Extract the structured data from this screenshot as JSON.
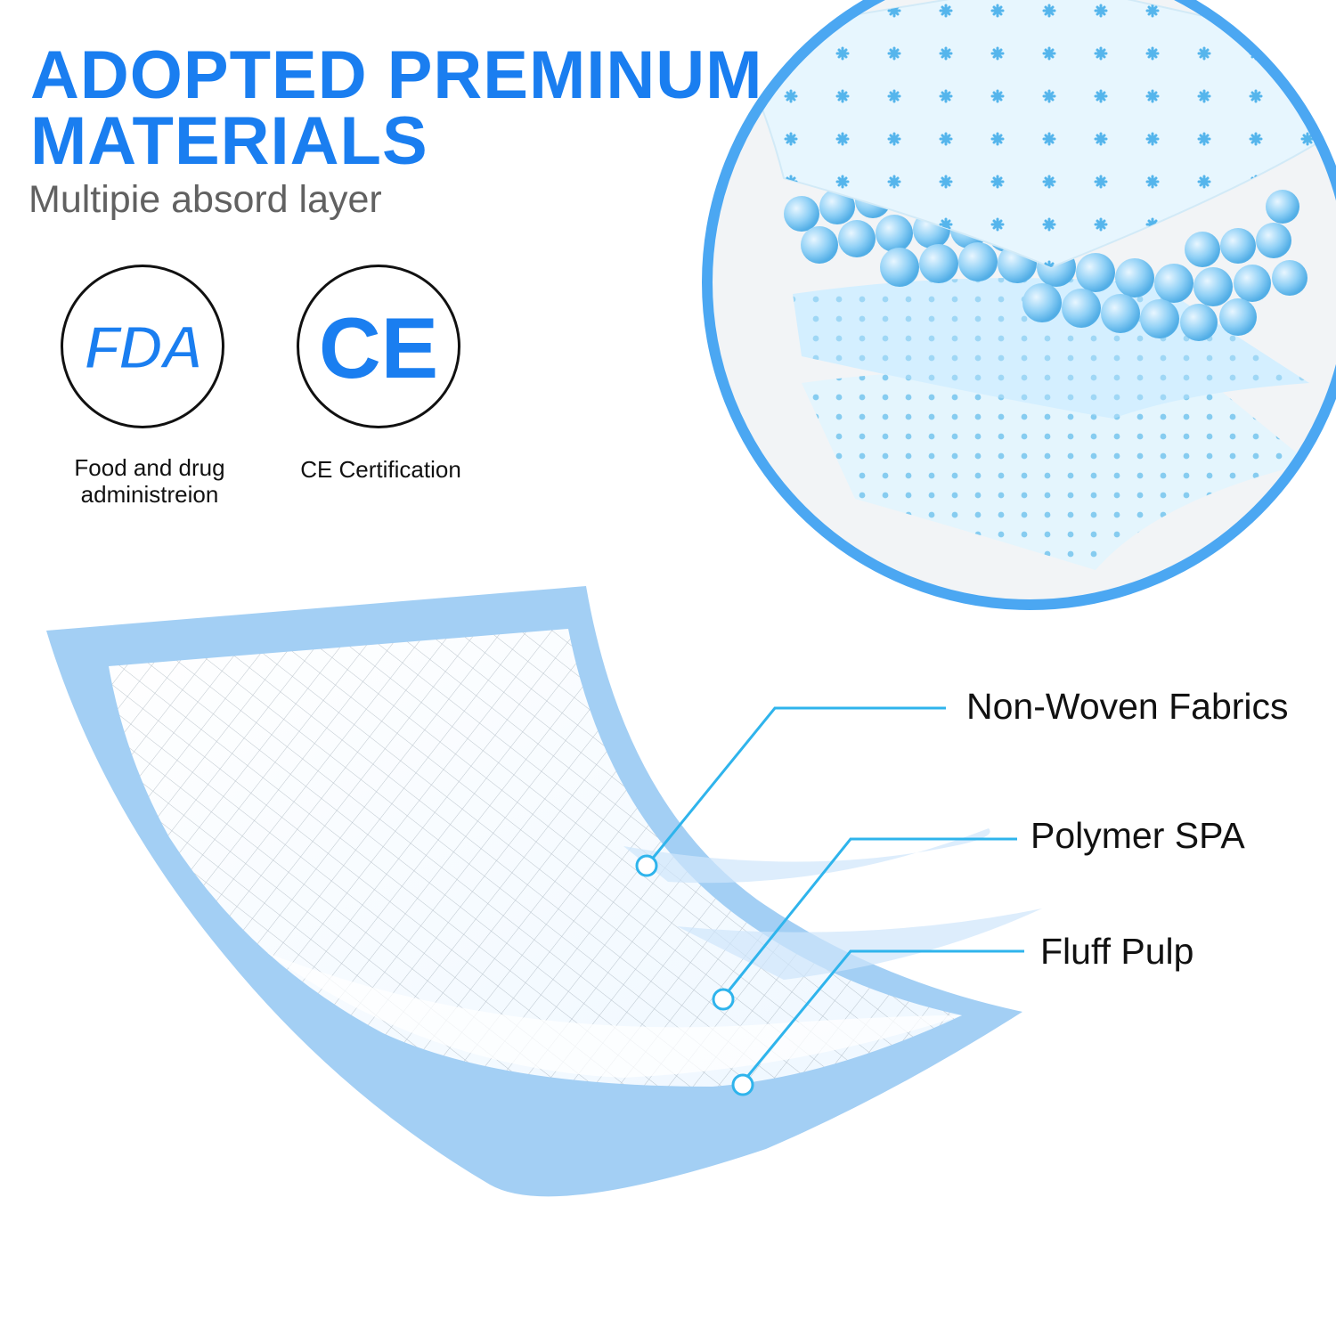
{
  "headline": {
    "line1": "ADOPTED PREMINUM",
    "line2": "MATERIALS"
  },
  "subtitle": "Multipie absord layer",
  "certifications": [
    {
      "logo_text": "FDA",
      "caption_line1": "Food and drug",
      "caption_line2": "administreion"
    },
    {
      "logo_text": "CE",
      "caption_line1": "CE Certification"
    }
  ],
  "layers": [
    {
      "label": "Non-Woven Fabrics"
    },
    {
      "label": "Polymer SPA"
    },
    {
      "label": "Fluff Pulp"
    }
  ],
  "colors": {
    "accent": "#1a7ef0",
    "pad_blue": "#9ccaf3",
    "callout_line": "#2fb4ec"
  }
}
